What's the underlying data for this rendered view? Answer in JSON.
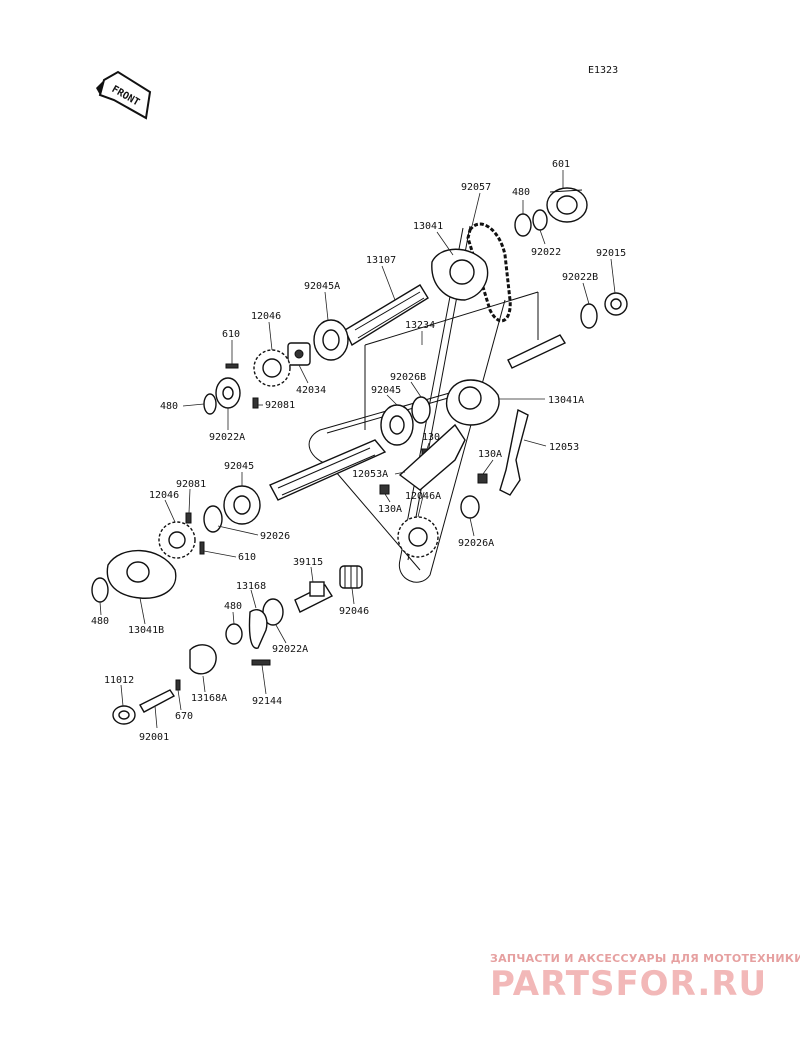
{
  "diagram_code": "E1323",
  "front_label": "FRONT",
  "watermark": {
    "tagline": "ЗАПЧАСТИ И АКСЕССУАРЫ ДЛЯ МОТОТЕХНИКИ",
    "logo_text": "PARTSFOR.RU"
  },
  "labels": {
    "p601": "601",
    "p92057": "92057",
    "p480_top": "480",
    "p13041": "13041",
    "p92022_top": "92022",
    "p92015": "92015",
    "p92022B": "92022B",
    "p13107": "13107",
    "p92045A": "92045A",
    "p12046_top": "12046",
    "p610_top": "610",
    "p13234": "13234",
    "p42034": "42034",
    "p92081_top": "92081",
    "p480_left": "480",
    "p92022A_left": "92022A",
    "p92026B": "92026B",
    "p92045_mid": "92045",
    "p13041A": "13041A",
    "p130": "130",
    "p12053": "12053",
    "p12053A": "12053A",
    "p130A_right": "130A",
    "p12046A": "12046A",
    "p130A_mid": "130A",
    "p92045_low": "92045",
    "p92081_low": "92081",
    "p12046_low": "12046",
    "p92026": "92026",
    "p92026A": "92026A",
    "p610_low": "610",
    "p39115": "39115",
    "p13168": "13168",
    "p480_low": "480",
    "p92046": "92046",
    "p480_bottom": "480",
    "p13041B": "13041B",
    "p92022A_low": "92022A",
    "p11012": "11012",
    "p13168A": "13168A",
    "p92144": "92144",
    "p670": "670",
    "p92001": "92001"
  }
}
